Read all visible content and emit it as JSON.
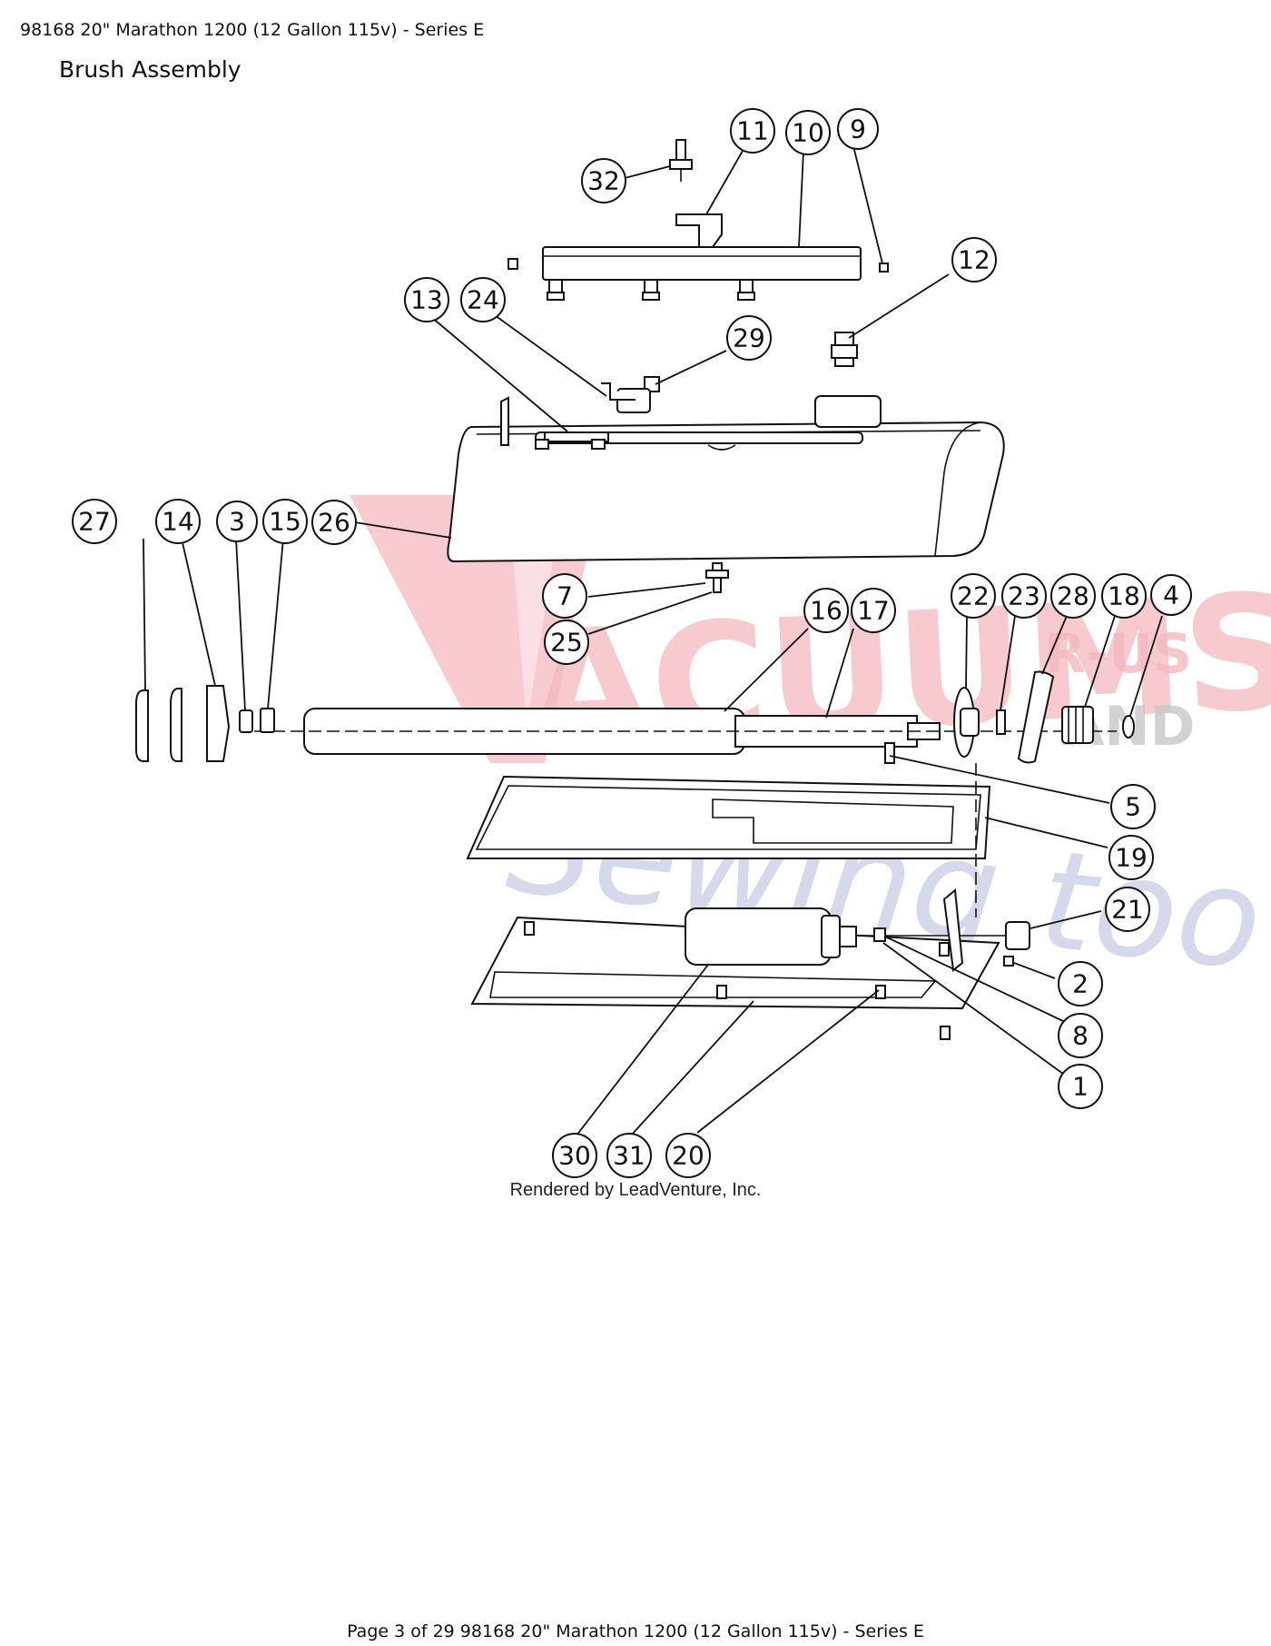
{
  "header": {
    "title": "98168 20\" Marathon 1200 (12 Gallon 115v) - Series E"
  },
  "section": {
    "title": "Brush Assembly"
  },
  "diagram": {
    "watermark": {
      "brand_main": "ACUUMS",
      "brand_side_top": "R-US",
      "brand_side_bottom": "AND",
      "script": "Sewing too",
      "color_main": "#f4b9bf",
      "color_script": "#c9cbe6"
    },
    "callouts": [
      "1",
      "2",
      "3",
      "4",
      "5",
      "7",
      "8",
      "9",
      "10",
      "11",
      "12",
      "13",
      "14",
      "15",
      "16",
      "17",
      "18",
      "19",
      "20",
      "21",
      "22",
      "23",
      "24",
      "25",
      "26",
      "27",
      "28",
      "29",
      "30",
      "31",
      "32"
    ],
    "credit": "Rendered by LeadVenture, Inc."
  },
  "footer": {
    "text": "Page 3 of 29 98168 20\" Marathon 1200 (12 Gallon 115v) - Series E"
  }
}
